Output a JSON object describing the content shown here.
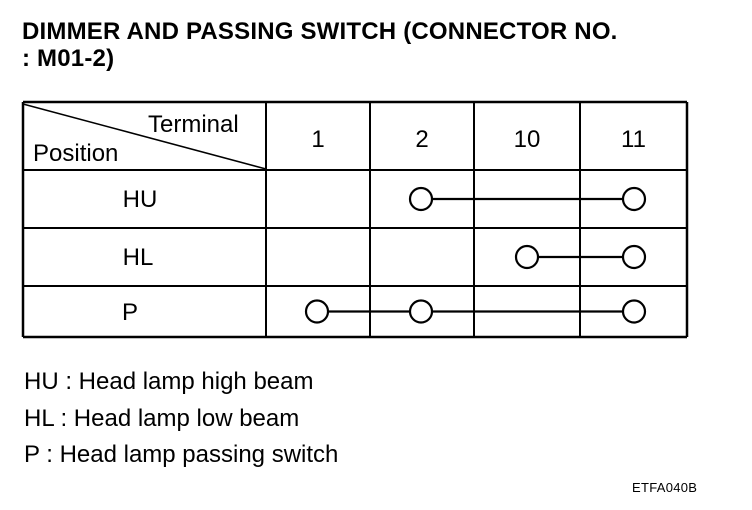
{
  "title": {
    "line1": "DIMMER AND PASSING SWITCH (CONNECTOR NO.",
    "line2": ": M01-2)"
  },
  "table": {
    "corner_top": "Terminal",
    "corner_bottom": "Position",
    "terminals": [
      "1",
      "2",
      "10",
      "11"
    ],
    "rows": [
      {
        "position": "HU",
        "connected_terminals": [
          "2",
          "11"
        ]
      },
      {
        "position": "HL",
        "connected_terminals": [
          "10",
          "11"
        ]
      },
      {
        "position": "P",
        "connected_terminals": [
          "1",
          "2",
          "11"
        ]
      }
    ]
  },
  "legend": [
    "HU : Head lamp high beam",
    "HL : Head lamp low beam",
    "P : Head lamp passing switch"
  ],
  "figure_code": "ETFA040B"
}
